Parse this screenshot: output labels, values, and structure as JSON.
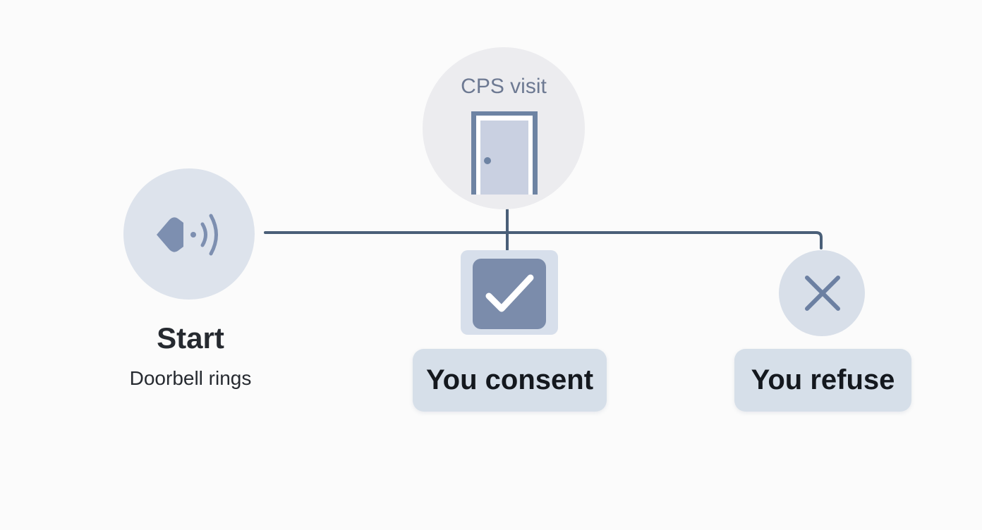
{
  "nodes": {
    "start": {
      "title": "Start",
      "subtitle": "Doorbell rings",
      "icon": "doorbell-sound-icon"
    },
    "cps_visit": {
      "label": "CPS visit",
      "icon": "door-icon"
    },
    "consent": {
      "label": "You consent",
      "icon": "checkmark-icon"
    },
    "refuse": {
      "label": "You refuse",
      "icon": "x-icon"
    }
  },
  "colors": {
    "connector": "#4a5f78",
    "circle_fill": "#dde3ec",
    "cps_circle_fill": "#ececef",
    "icon": "#7d8fb0",
    "check_box": "#7b8cab",
    "pill_fill": "#d6dfe9"
  }
}
